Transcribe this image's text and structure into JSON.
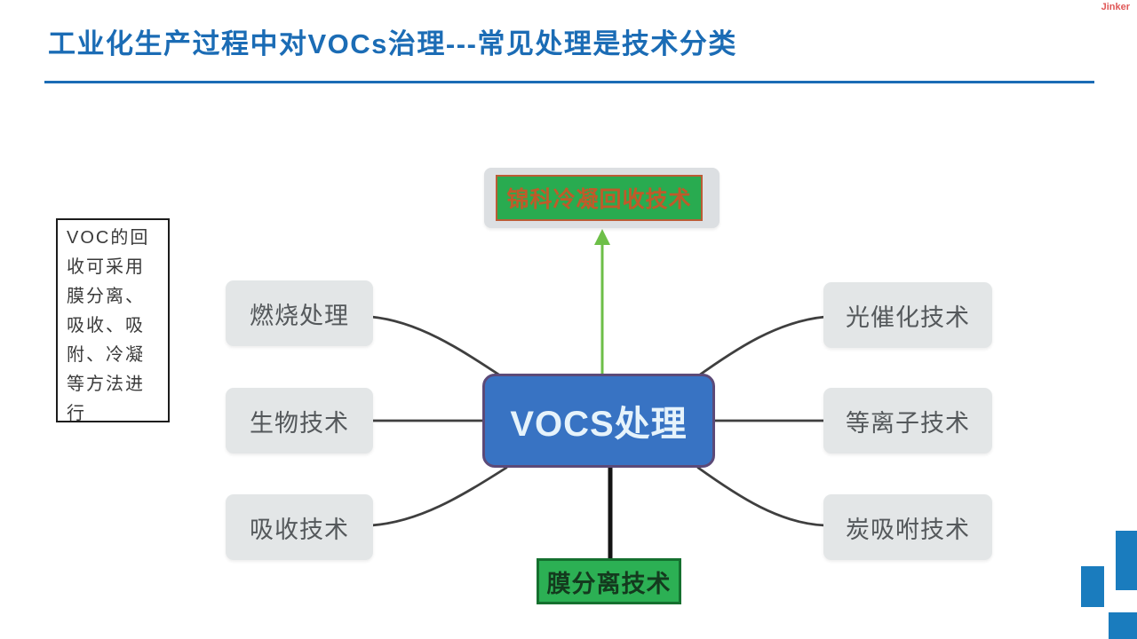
{
  "slide": {
    "title": "工业化生产过程中对VOCs治理---常见处理是技术分类",
    "watermark": "Jinker"
  },
  "note": {
    "text": "VOC的回\n收可采用\n膜分离、\n吸收、吸\n附、冷凝\n等方法进\n行"
  },
  "diagram": {
    "type": "mindmap",
    "center": {
      "label": "VOCS处理",
      "fill": "#3873c3",
      "border": "#5c4a78",
      "text_color": "#e6f3fb"
    },
    "top": {
      "label": "锦科冷凝回收技术",
      "fill": "#29ab50",
      "border": "#bb5c35",
      "text_color": "#c05a2a",
      "connector": "green-arrow-up"
    },
    "bottom": {
      "label": "膜分离技术",
      "fill": "#2cb054",
      "border": "#15702f",
      "text_color": "#143a1e",
      "connector": "black-line-down"
    },
    "left_branches": [
      {
        "label": "燃烧处理"
      },
      {
        "label": "生物技术"
      },
      {
        "label": "吸收技术"
      }
    ],
    "right_branches": [
      {
        "label": "光催化技术"
      },
      {
        "label": "等离子技术"
      },
      {
        "label": "炭吸咐技术"
      }
    ]
  },
  "colors": {
    "title_blue": "#1b6cb5",
    "branch_gray": "#e3e6e7",
    "connector_dark": "#3f3f3f",
    "arrow_green": "#6dbf48",
    "logo_blue": "#1a7cbe",
    "watermark_red": "#e05757"
  }
}
